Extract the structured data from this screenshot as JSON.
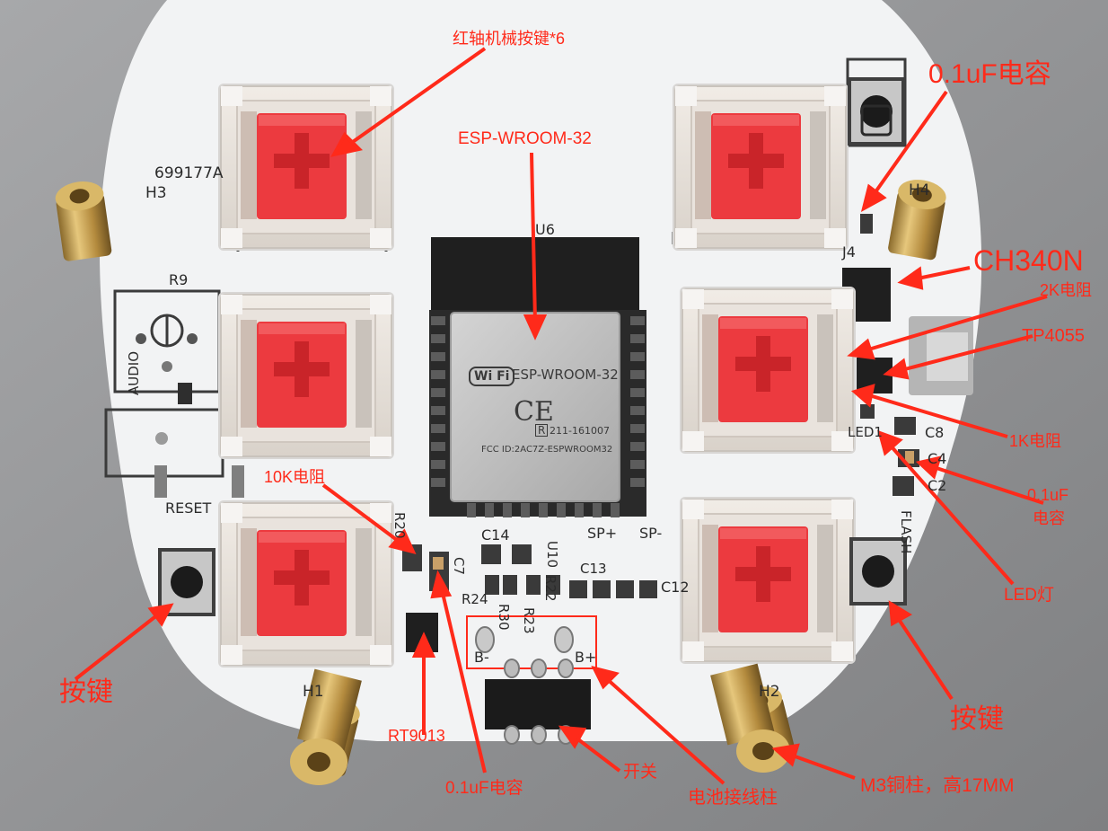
{
  "annotations": {
    "red_switches": "红轴机械按键*6",
    "esp_module": "ESP-WROOM-32",
    "cap_top_right": "0.1uF电容",
    "ch340n": "CH340N",
    "res_2k": "2K电阻",
    "tp4055": "TP4055",
    "res_1k": "1K电阻",
    "cap_right_line1": "0.1uF",
    "cap_right_line2": "电容",
    "led": "LED灯",
    "button_right": "按键",
    "button_left": "按键",
    "res_10k": "10K电阻",
    "rt9013": "RT9013",
    "cap_bottom": "0.1uF电容",
    "switch": "开关",
    "battery_terminal": "电池接线柱",
    "standoff": "M3铜柱，高17MM"
  },
  "silkscreen": {
    "code": "699177A",
    "h3": "H3",
    "h4": "H4",
    "h1": "H1",
    "h2": "H2",
    "r9": "R9",
    "audio": "AUDIO",
    "u6": "U6",
    "j4": "J4",
    "c8": "C8",
    "c4": "C4",
    "c2": "C2",
    "led1": "LED1",
    "reset": "RESET",
    "flash": "FLASH",
    "r20": "R20",
    "c14": "C14",
    "sp_plus": "SP+",
    "sp_minus": "SP-",
    "u10": "U10",
    "c13": "C13",
    "c12": "C12",
    "r24": "R24",
    "r30": "R30",
    "r23": "R23",
    "r22": "R22",
    "c7": "C7",
    "b_minus": "B-",
    "b_plus": "B+"
  },
  "module": {
    "wifi": "Wi Fi",
    "name": "ESP-WROOM-32",
    "ce": "CE",
    "r_mark": "R",
    "cert": "211-161007",
    "fcc": "FCC ID:2AC7Z-ESPWROOM32"
  },
  "colors": {
    "annotation": "#ff2a1a",
    "board": "#f2f3f4",
    "switch_stem": "#ec3a3f",
    "module_shield": "#bfbfbf",
    "brass": "#c9a55b"
  }
}
